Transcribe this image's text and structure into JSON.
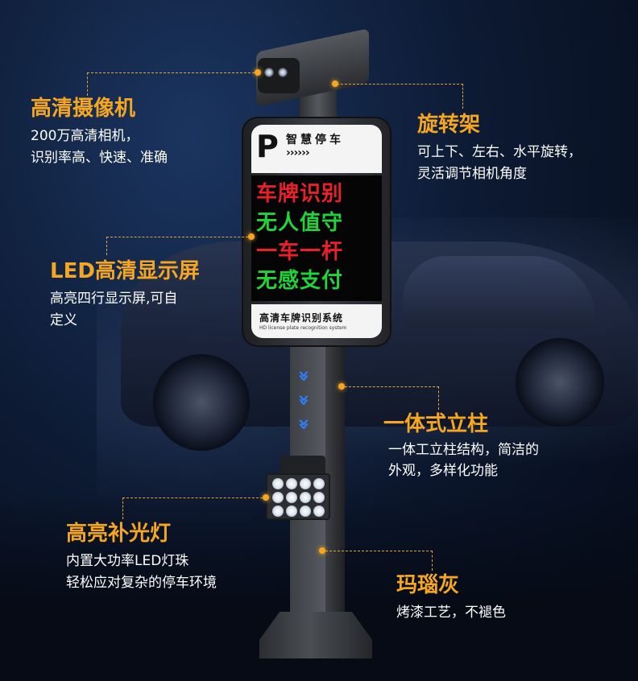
{
  "display": {
    "header_title": "智慧停车",
    "header_arrows": "››››››",
    "logo_letter": "P",
    "led_lines": [
      {
        "text": "车牌识别",
        "color": "#e8202a"
      },
      {
        "text": "无人值守",
        "color": "#22d33a"
      },
      {
        "text": "一车一杆",
        "color": "#e8202a"
      },
      {
        "text": "无感支付",
        "color": "#22d33a"
      }
    ],
    "footer_cn": "高清车牌识别系统",
    "footer_en": "HD license plate recognition system"
  },
  "callouts": {
    "camera": {
      "title": "高清摄像机",
      "lines": [
        "200万高清相机，",
        "识别率高、快速、准确"
      ]
    },
    "rotate": {
      "title": "旋转架",
      "lines": [
        "可上下、左右、水平旋转，",
        "灵活调节相机角度"
      ]
    },
    "led": {
      "title": "LED高清显示屏",
      "lines": [
        "高亮四行显示屏,可自",
        "定义"
      ]
    },
    "pillar": {
      "title": "一体式立柱",
      "lines": [
        "一体工立柱结构，简洁的",
        "外观，多样化功能"
      ]
    },
    "light": {
      "title": "高亮补光灯",
      "lines": [
        "内置大功率LED灯珠",
        "轻松应对复杂的停车环境"
      ]
    },
    "color": {
      "title": "玛瑙灰",
      "lines": [
        "烤漆工艺，不褪色"
      ]
    }
  },
  "colors": {
    "accent": "#f5a623",
    "arrow_blue": "#2f7df0"
  }
}
